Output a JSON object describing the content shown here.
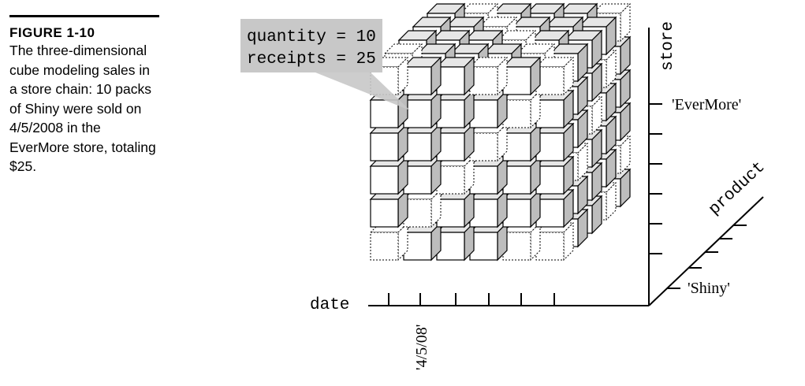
{
  "caption": {
    "label": "FIGURE 1-10",
    "text": "The three-dimensional cube modeling sales in a store chain: 10 packs of Shiny were sold on 4/5/2008 in the EverMore store, totaling $25."
  },
  "callout": {
    "line1": "quantity = 10",
    "line2": "receipts = 25"
  },
  "axes": {
    "date": {
      "label": "date",
      "tick_value": "'4/5/08'"
    },
    "store": {
      "label": "store",
      "tick_value": "'EverMore'"
    },
    "product": {
      "label": "product",
      "tick_value": "'Shiny'"
    }
  },
  "colors": {
    "callout_bg": "#c8c8c8",
    "cube_face": "#ffffff",
    "cube_top": "#e6e6e6",
    "cube_side": "#bdbdbd"
  }
}
